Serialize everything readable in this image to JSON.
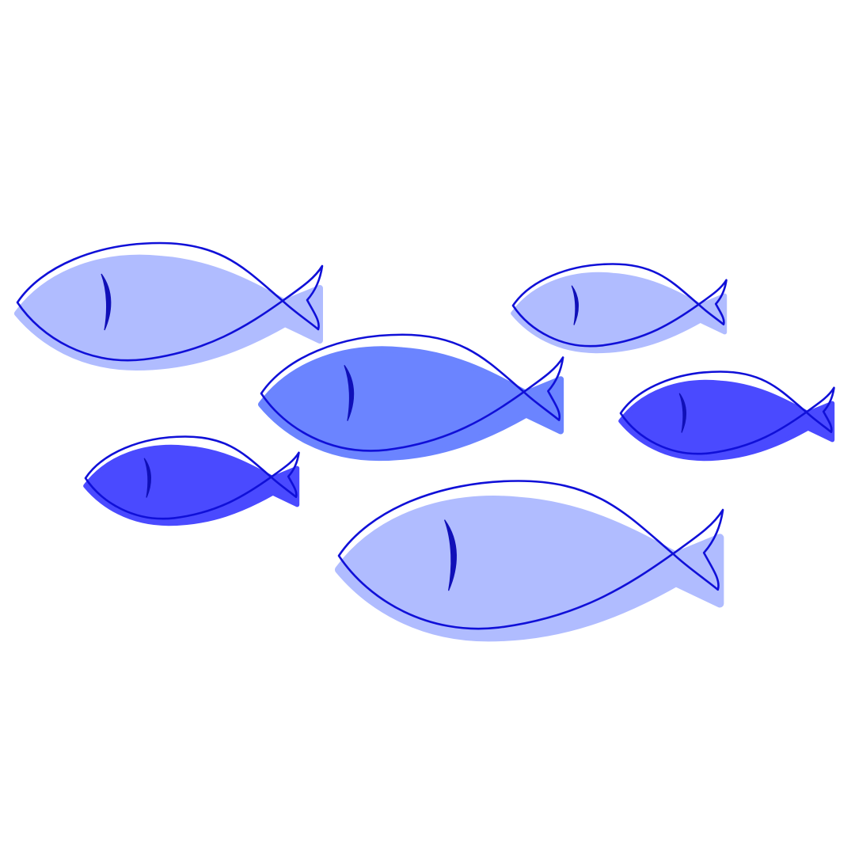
{
  "scene": {
    "background": "#ffffff",
    "outline_color": "#1010d8",
    "gill_color": "#1010b8"
  },
  "fish": [
    {
      "id": "fish-top-left",
      "fill": "#b0bcff"
    },
    {
      "id": "fish-top-right",
      "fill": "#b0bcff"
    },
    {
      "id": "fish-center",
      "fill": "#6b84ff"
    },
    {
      "id": "fish-middle-right",
      "fill": "#4a4aff"
    },
    {
      "id": "fish-left",
      "fill": "#4a4aff"
    },
    {
      "id": "fish-bottom",
      "fill": "#b0bcff"
    }
  ]
}
